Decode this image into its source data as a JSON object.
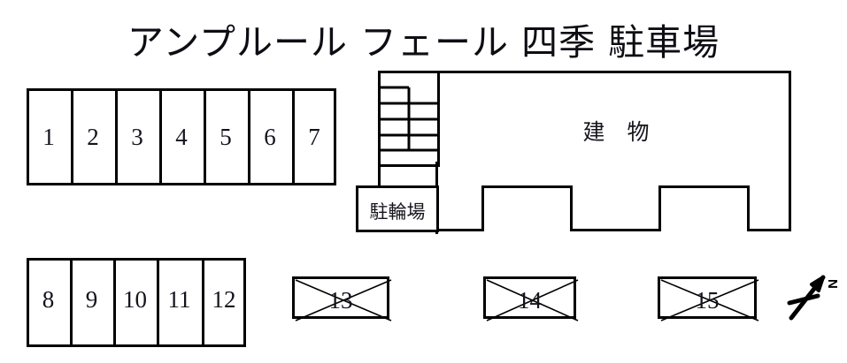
{
  "page": {
    "title": "アンプルール フェール 四季 駐車場"
  },
  "colors": {
    "ink": "#000000",
    "text": "#13131c",
    "background": "#ffffff"
  },
  "parking_rows": {
    "top_row": {
      "name": "upper-parking-row",
      "stalls": [
        "1",
        "2",
        "3",
        "4",
        "5",
        "6",
        "7"
      ]
    },
    "bottom_row": {
      "name": "lower-parking-row",
      "stalls": [
        "8",
        "9",
        "10",
        "11",
        "12"
      ]
    }
  },
  "crossed_stalls": [
    {
      "label": "13"
    },
    {
      "label": "14"
    },
    {
      "label": "15"
    }
  ],
  "building": {
    "label": "建　物",
    "bicycle_parking_label": "駐輪場"
  },
  "compass": {
    "label": "N"
  }
}
